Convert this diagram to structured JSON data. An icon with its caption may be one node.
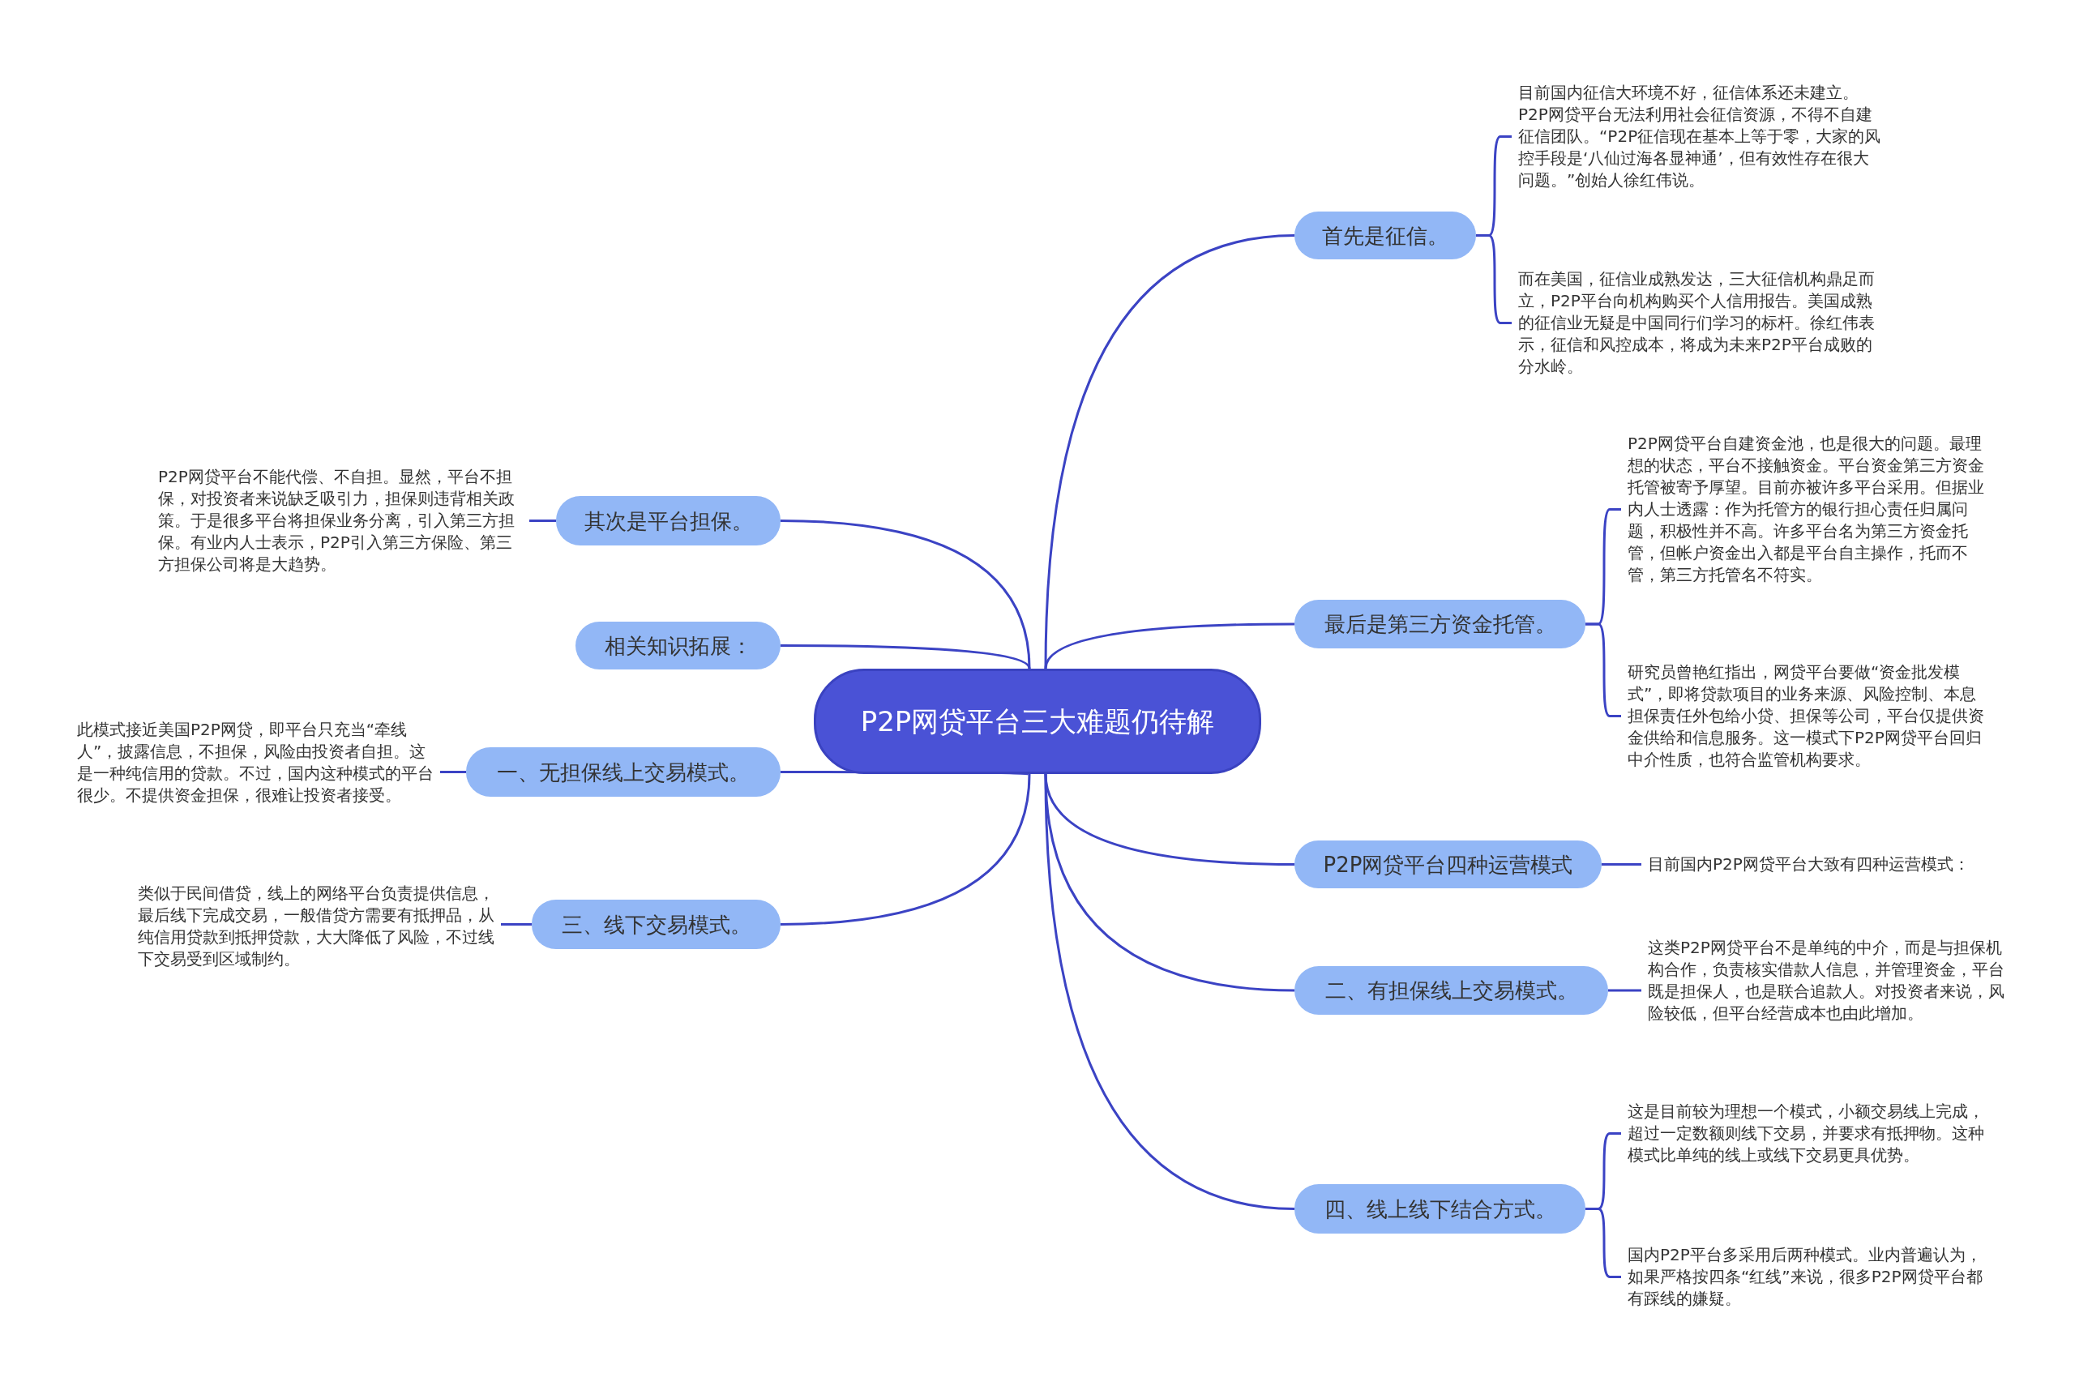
{
  "diagram": {
    "nodes": [
      {
        "text": [
          "P2P网贷平台三大难题仍待解"
        ]
      },
      {
        "text": [
          "首先是征信。"
        ]
      },
      {
        "text": [
          "目前国内征信大环境不好，征信体系还未建立。P2P网贷平台无法利用社会征信资源，不得不自建征信团队。“P2P征信现在基本上等于零，大家的风控手段是‘八仙过海各显神通’，但有效性存在很大问题。”创始人徐红伟说。"
        ]
      },
      {
        "text": [
          "而在美国，征信业成熟发达，三大征信机构鼎足而立，P2P平台向机构购买个人信用报告。美国成熟的征信业无疑是中国同行们学习的标杆。徐红伟表示，征信和风控成本，将成为未来P2P平台成败的分水岭。"
        ]
      },
      {
        "text": [
          "其次是平台担保。"
        ]
      },
      {
        "text": [
          "P2P网贷平台不能代偿、不自担。显然，平台不担保，对投资者来说缺乏吸引力，担保则违背相关政策。于是很多平台将担保业务分离，引入第三方担保。有业内人士表示，P2P引入第三方保险、第三方担保公司将是大趋势。"
        ]
      },
      {
        "text": [
          "相关知识拓展："
        ]
      },
      {
        "text": [
          "最后是第三方资金托管。"
        ]
      },
      {
        "text": [
          "P2P网贷平台自建资金池，也是很大的问题。最理想的状态，平台不接触资金。平台资金第三方资金托管被寄予厚望。目前亦被许多平台采用。但据业内人士透露：作为托管方的银行担心责任归属问题，积极性并不高。许多平台名为第三方资金托管，但帐户资金出入都是平台自主操作，托而不管，第三方托管名不符实。"
        ]
      },
      {
        "text": [
          "研究员曾艳红指出，网贷平台要做“资金批发模式”，即将贷款项目的业务来源、风险控制、本息担保责任外包给小贷、担保等公司，平台仅提供资金供给和信息服务。这一模式下P2P网贷平台回归中介性质，也符合监管机构要求。"
        ]
      },
      {
        "text": [
          "一、无担保线上交易模式。"
        ]
      },
      {
        "text": [
          "此模式接近美国P2P网贷，即平台只充当“牵线人”，披露信息，不担保，风险由投资者自担。这是一种纯信用的贷款。不过，国内这种模式的平台很少。不提供资金担保，很难让投资者接受。"
        ]
      },
      {
        "text": [
          "P2P网贷平台四种运营模式"
        ]
      },
      {
        "text": [
          "目前国内P2P网贷平台大致有四种运营模式："
        ]
      },
      {
        "text": [
          "三、线下交易模式。"
        ]
      },
      {
        "text": [
          "类似于民间借贷，线上的网络平台负责提供信息，最后线下完成交易，一般借贷方需要有抵押品，从纯信用贷款到抵押贷款，大大降低了风险，不过线下交易受到区域制约。"
        ]
      },
      {
        "text": [
          "二、有担保线上交易模式。"
        ]
      },
      {
        "text": [
          "这类P2P网贷平台不是单纯的中介，而是与担保机构合作，负责核实借款人信息，并管理资金，平台既是担保人，也是联合追款人。对投资者来说，风险较低，但平台经营成本也由此增加。"
        ]
      },
      {
        "text": [
          "四、线上线下结合方式。"
        ]
      },
      {
        "text": [
          "这是目前较为理想一个模式，小额交易线上完成，超过一定数额则线下交易，并要求有抵押物。这种模式比单纯的线上或线下交易更具优势。"
        ]
      },
      {
        "text": [
          "国内P2P平台多采用后两种模式。业内普遍认为，如果严格按四条“红线”来说，很多P2P网贷平台都有踩线的嫌疑。"
        ]
      }
    ],
    "edges": [
      {
        "from": 0,
        "to": 1,
        "arrow": "none"
      },
      {
        "from": 1,
        "to": 2,
        "arrow": "none"
      },
      {
        "from": 1,
        "to": 3,
        "arrow": "none"
      },
      {
        "from": 0,
        "to": 4,
        "arrow": "none"
      },
      {
        "from": 4,
        "to": 5,
        "arrow": "none"
      },
      {
        "from": 0,
        "to": 6,
        "arrow": "none"
      },
      {
        "from": 0,
        "to": 7,
        "arrow": "none"
      },
      {
        "from": 7,
        "to": 8,
        "arrow": "none"
      },
      {
        "from": 7,
        "to": 9,
        "arrow": "none"
      },
      {
        "from": 0,
        "to": 10,
        "arrow": "none"
      },
      {
        "from": 10,
        "to": 11,
        "arrow": "none"
      },
      {
        "from": 0,
        "to": 12,
        "arrow": "none"
      },
      {
        "from": 12,
        "to": 13,
        "arrow": "none"
      },
      {
        "from": 0,
        "to": 14,
        "arrow": "none"
      },
      {
        "from": 14,
        "to": 15,
        "arrow": "none"
      },
      {
        "from": 0,
        "to": 16,
        "arrow": "none"
      },
      {
        "from": 16,
        "to": 17,
        "arrow": "none"
      },
      {
        "from": 0,
        "to": 18,
        "arrow": "none"
      },
      {
        "from": 18,
        "to": 19,
        "arrow": "none"
      },
      {
        "from": 18,
        "to": 20,
        "arrow": "none"
      }
    ]
  }
}
